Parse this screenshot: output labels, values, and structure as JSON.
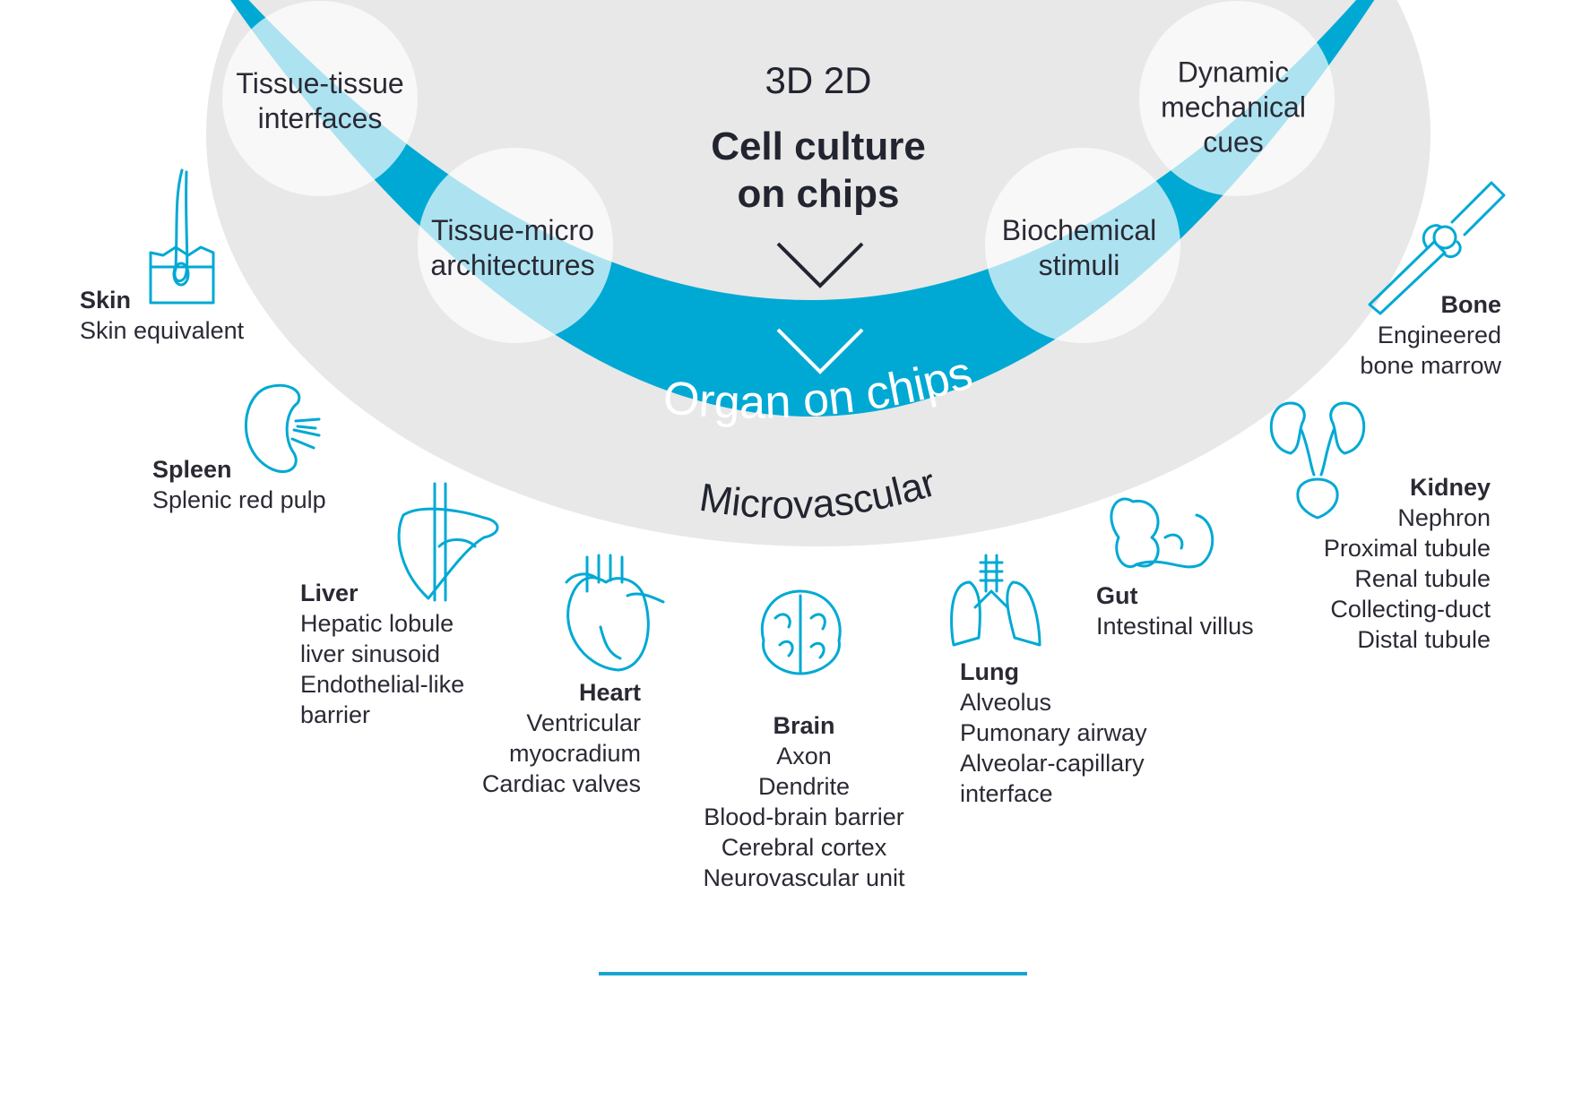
{
  "center": {
    "dimensions": "3D 2D",
    "title_line1": "Cell culture",
    "title_line2": "on chips",
    "arc_label": "Organ on chips",
    "outer_arc_label": "Microvascular"
  },
  "feature_circles": [
    {
      "lines": [
        "Tissue-tissue",
        "interfaces"
      ]
    },
    {
      "lines": [
        "Tissue-micro",
        "architectures"
      ]
    },
    {
      "lines": [
        "Biochemical",
        "stimuli"
      ]
    },
    {
      "lines": [
        "Dynamic",
        "mechanical",
        "cues"
      ]
    }
  ],
  "organs": {
    "skin": {
      "title": "Skin",
      "lines": [
        "Skin equivalent"
      ],
      "icon": "skin-icon"
    },
    "spleen": {
      "title": "Spleen",
      "lines": [
        "Splenic red pulp"
      ],
      "icon": "spleen-icon"
    },
    "liver": {
      "title": "Liver",
      "lines": [
        "Hepatic lobule",
        "liver sinusoid",
        "Endothelial-like",
        "barrier"
      ],
      "icon": "liver-icon"
    },
    "heart": {
      "title": "Heart",
      "lines": [
        "Ventricular",
        "myocradium",
        "Cardiac valves"
      ],
      "icon": "heart-icon"
    },
    "brain": {
      "title": "Brain",
      "lines": [
        "Axon",
        "Dendrite",
        "Blood-brain barrier",
        "Cerebral cortex",
        "Neurovascular unit"
      ],
      "icon": "brain-icon"
    },
    "lung": {
      "title": "Lung",
      "lines": [
        "Alveolus",
        "Pumonary airway",
        "Alveolar-capillary",
        "interface"
      ],
      "icon": "lungs-icon"
    },
    "gut": {
      "title": "Gut",
      "lines": [
        "Intestinal villus"
      ],
      "icon": "gut-icon"
    },
    "kidney": {
      "title": "Kidney",
      "lines": [
        "Nephron",
        "Proximal tubule",
        "Renal tubule",
        "Collecting-duct",
        "Distal tubule"
      ],
      "icon": "kidney-icon"
    },
    "bone": {
      "title": "Bone",
      "lines": [
        "Engineered",
        "bone marrow"
      ],
      "icon": "bone-icon"
    }
  },
  "colors": {
    "accent": "#00a9d4",
    "circle_fill": "#f3f3f3",
    "outer_band": "#e8e8e8",
    "text_dark": "#222430"
  }
}
